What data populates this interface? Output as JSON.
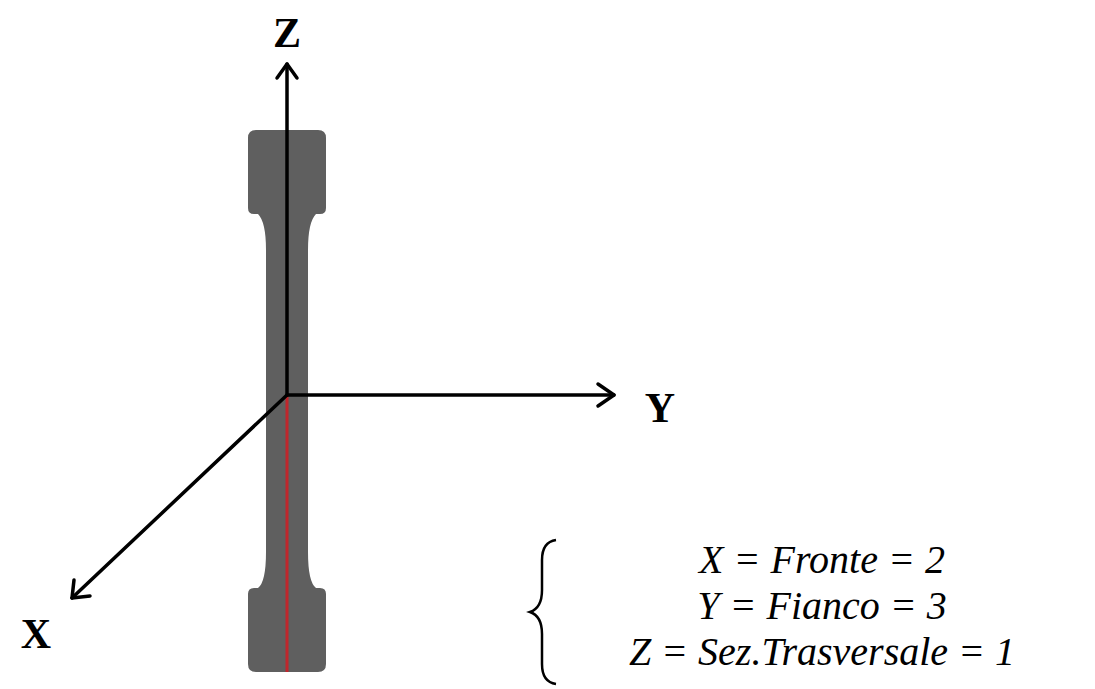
{
  "diagram": {
    "labels": [
      "Z",
      "Y",
      "X",
      "X = Fronte = 2",
      "Y = Fianco = 3",
      "Z = Sez.Trasversale = 1"
    ]
  }
}
